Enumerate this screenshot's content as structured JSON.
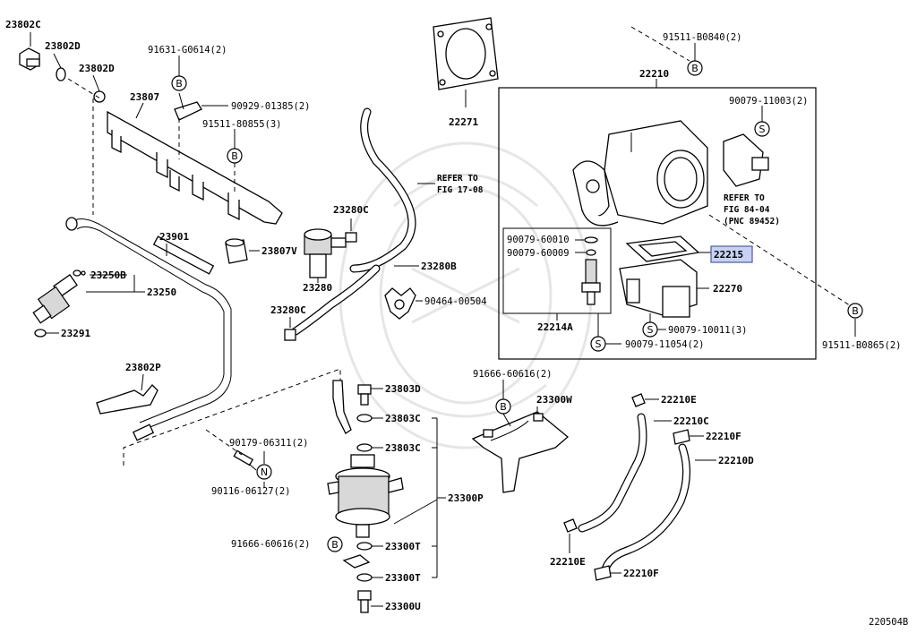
{
  "labels": {
    "p23802C": "23802C",
    "p23802D_a": "23802D",
    "p23802D_b": "23802D",
    "p23807": "23807",
    "p91631": "91631-G0614(2)",
    "p90929": "90929-01385(2)",
    "p91511_80855": "91511-80855(3)",
    "p22271": "22271",
    "p91511_B0840": "91511-B0840(2)",
    "p22210": "22210",
    "p90079_11003": "90079-11003(2)",
    "refer_a_1": "REFER TO",
    "refer_a_2": "FIG 17-08",
    "refer_b_1": "REFER TO",
    "refer_b_2": "FIG 84-04",
    "refer_b_3": "(PNC 89452)",
    "p23280C_a": "23280C",
    "p23807V": "23807V",
    "p23280B": "23280B",
    "p23280": "23280",
    "p23280C_b": "23280C",
    "p90464": "90464-00504",
    "p23901": "23901",
    "p23250B": "23250B",
    "p23250": "23250",
    "p23291": "23291",
    "p90079_60010": "90079-60010",
    "p90079_60009": "90079-60009",
    "p22214A": "22214A",
    "p22215": "22215",
    "p22270": "22270",
    "p90079_10011": "90079-10011(3)",
    "p90079_11054": "90079-11054(2)",
    "p91511_B0865": "91511-B0865(2)",
    "p23802P": "23802P",
    "p23803D": "23803D",
    "p23803C_a": "23803C",
    "p23803C_b": "23803C",
    "p90179": "90179-06311(2)",
    "p90116": "90116-06127(2)",
    "p23300P": "23300P",
    "p91666_a": "91666-60616(2)",
    "p91666_b": "91666-60616(2)",
    "p23300T_a": "23300T",
    "p23300T_b": "23300T",
    "p23300U": "23300U",
    "p23300W": "23300W",
    "p22210E_a": "22210E",
    "p22210C": "22210C",
    "p22210F_a": "22210F",
    "p22210D": "22210D",
    "p22210E_b": "22210E",
    "p22210F_b": "22210F",
    "diagram_code": "220504B"
  },
  "markers": {
    "B": "B",
    "S": "S",
    "N": "N"
  },
  "highlight": {
    "part": "22215",
    "fill_color": "#c7d2f2",
    "border_color": "#4a5bb0"
  }
}
